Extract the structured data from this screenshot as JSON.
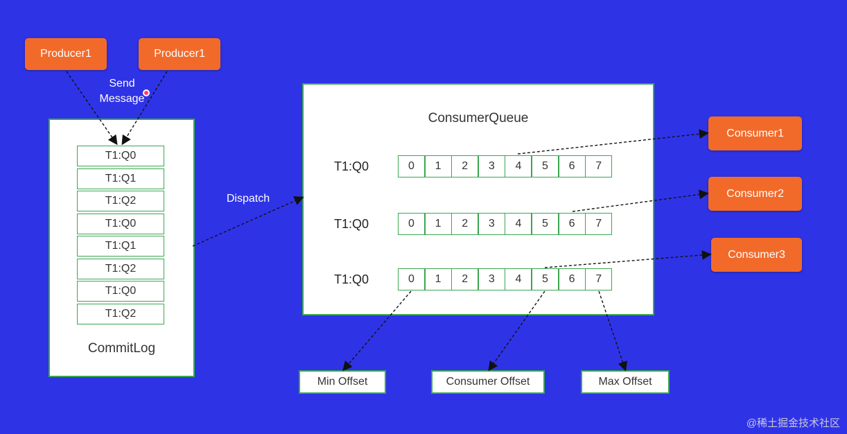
{
  "producers": [
    "Producer1",
    "Producer1"
  ],
  "send_message": "Send\nMessage",
  "commit_log": {
    "title": "CommitLog",
    "entries": [
      "T1:Q0",
      "T1:Q1",
      "T1:Q2",
      "T1:Q0",
      "T1:Q1",
      "T1:Q2",
      "T1:Q0",
      "T1:Q2"
    ]
  },
  "dispatch_label": "Dispatch",
  "consumer_queue": {
    "title": "ConsumerQueue",
    "rows": [
      {
        "label": "T1:Q0",
        "cells": [
          "0",
          "1",
          "2",
          "3",
          "4",
          "5",
          "6",
          "7"
        ]
      },
      {
        "label": "T1:Q0",
        "cells": [
          "0",
          "1",
          "2",
          "3",
          "4",
          "5",
          "6",
          "7"
        ]
      },
      {
        "label": "T1:Q0",
        "cells": [
          "0",
          "1",
          "2",
          "3",
          "4",
          "5",
          "6",
          "7"
        ]
      }
    ]
  },
  "consumers": [
    "Consumer1",
    "Consumer2",
    "Consumer3"
  ],
  "offsets": {
    "min": "Min Offset",
    "consumer": "Consumer Offset",
    "max": "Max Offset"
  },
  "watermark": "@稀土掘金技术社区",
  "colors": {
    "background": "#2f33e6",
    "orange": "#f26a2a",
    "cell_border": "#3aa650"
  }
}
